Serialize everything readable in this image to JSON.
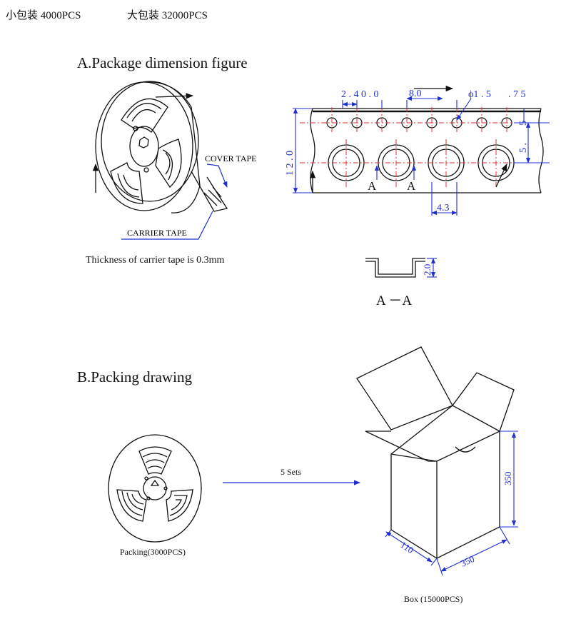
{
  "header": {
    "small_pack": "小包装 4000PCS",
    "large_pack": "大包装 32000PCS"
  },
  "section_a": {
    "title": "A.Package dimension figure",
    "cover_tape_label": "COVER TAPE",
    "carrier_tape_label": "CARRIER TAPE",
    "thickness_note": "Thickness of carrier tape is 0.3mm",
    "dim_pitch_small": "2 . 4",
    "dim_zero": "0 . 0",
    "dim_pitch_large": "8.0",
    "dim_hole_dia": "ϕ1 . 5",
    "dim_edge": ". 7 5",
    "dim_width": "1 2 . 0",
    "dim_five": "5",
    "dim_five_b": "5 .",
    "dim_pocket": "4.3",
    "section_mark": "A",
    "section_view_label": "A －A",
    "dim_depth": "2.0"
  },
  "section_b": {
    "title": "B.Packing drawing",
    "reel_label": "Packing(3000PCS)",
    "arrow_label": "5 Sets",
    "box_label": "Box (15000PCS)",
    "dim_height": "350",
    "dim_depth": "110",
    "dim_width": "350"
  },
  "colors": {
    "line": "#111111",
    "dimension": "#1f2fd0",
    "centerline": "#e03030"
  }
}
